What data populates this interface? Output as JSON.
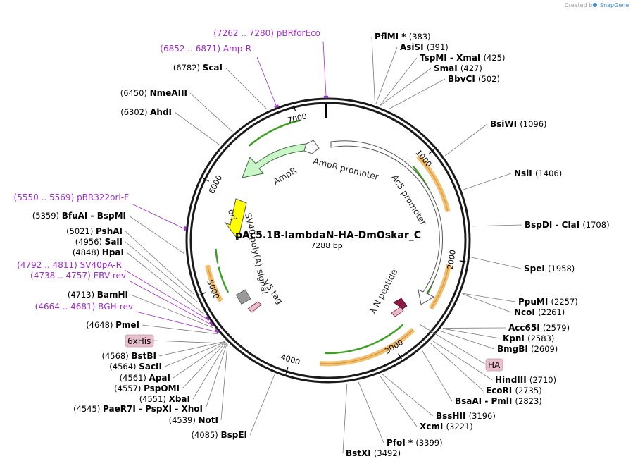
{
  "brand": {
    "created_by": "Created by",
    "app": "SnapGene"
  },
  "map": {
    "name": "pAc5.1B-lambdaN-HA-DmOskar_C",
    "length": "7288 bp",
    "total": 7288
  },
  "ticks": [
    {
      "label": "1000",
      "pos": 1000
    },
    {
      "label": "2000",
      "pos": 2000
    },
    {
      "label": "3000",
      "pos": 3000
    },
    {
      "label": "4000",
      "pos": 4000
    },
    {
      "label": "5000",
      "pos": 5000
    },
    {
      "label": "6000",
      "pos": 6000
    },
    {
      "label": "7000",
      "pos": 7000
    }
  ],
  "primers": [
    {
      "range": "(7262 .. 7280)",
      "name": "pBRforEco",
      "pos": 7271
    },
    {
      "range": "(6852 .. 6871)",
      "name": "Amp-R",
      "pos": 6861
    },
    {
      "range": "(5550 .. 5569)",
      "name": "pBR322ori-F",
      "pos": 5560
    },
    {
      "range": "(4792 .. 4811)",
      "name": "SV40pA-R",
      "pos": 4800
    },
    {
      "range": "(4738 .. 4757)",
      "name": "EBV-rev",
      "pos": 4748
    },
    {
      "range": "(4664 .. 4681)",
      "name": "BGH-rev",
      "pos": 4672
    }
  ],
  "sites_right": [
    {
      "name": "PflMI *",
      "pos": "(383)",
      "p": 383
    },
    {
      "name": "AsiSI",
      "pos": "(391)",
      "p": 391
    },
    {
      "name": "TspMI  -  XmaI",
      "pos": "(425)",
      "p": 425
    },
    {
      "name": "SmaI",
      "pos": "(427)",
      "p": 427
    },
    {
      "name": "BbvCI",
      "pos": "(502)",
      "p": 502
    },
    {
      "name": "BsiWI",
      "pos": "(1096)",
      "p": 1096
    },
    {
      "name": "NsiI",
      "pos": "(1406)",
      "p": 1406
    },
    {
      "name": "BspDI  -  ClaI",
      "pos": "(1708)",
      "p": 1708
    },
    {
      "name": "SpeI",
      "pos": "(1958)",
      "p": 1958
    },
    {
      "name": "PpuMI",
      "pos": "(2257)",
      "p": 2257
    },
    {
      "name": "NcoI",
      "pos": "(2261)",
      "p": 2261
    },
    {
      "name": "Acc65I",
      "pos": "(2579)",
      "p": 2579
    },
    {
      "name": "KpnI",
      "pos": "(2583)",
      "p": 2583
    },
    {
      "name": "BmgBI",
      "pos": "(2609)",
      "p": 2609
    },
    {
      "name": "HindIII",
      "pos": "(2710)",
      "p": 2710
    },
    {
      "name": "EcoRI",
      "pos": "(2735)",
      "p": 2735
    },
    {
      "name": "BsaAI  -  PmlI",
      "pos": "(2823)",
      "p": 2823
    },
    {
      "name": "BssHII",
      "pos": "(3196)",
      "p": 3196
    },
    {
      "name": "XcmI",
      "pos": "(3221)",
      "p": 3221
    },
    {
      "name": "PfoI *",
      "pos": "(3399)",
      "p": 3399
    },
    {
      "name": "BstXI",
      "pos": "(3492)",
      "p": 3492
    }
  ],
  "sites_left": [
    {
      "name": "ScaI",
      "pos": "(6782)",
      "p": 6782
    },
    {
      "name": "NmeAIII",
      "pos": "(6450)",
      "p": 6450
    },
    {
      "name": "AhdI",
      "pos": "(6302)",
      "p": 6302
    },
    {
      "name": "BfuAI  -  BspMI",
      "pos": "(5359)",
      "p": 5359
    },
    {
      "name": "PshAI",
      "pos": "(5021)",
      "p": 5021
    },
    {
      "name": "SalI",
      "pos": "(4956)",
      "p": 4956
    },
    {
      "name": "HpaI",
      "pos": "(4848)",
      "p": 4848
    },
    {
      "name": "BamHI",
      "pos": "(4713)",
      "p": 4713
    },
    {
      "name": "PmeI",
      "pos": "(4648)",
      "p": 4648
    },
    {
      "name": "BstBI",
      "pos": "(4568)",
      "p": 4568
    },
    {
      "name": "SacII",
      "pos": "(4564)",
      "p": 4564
    },
    {
      "name": "ApaI",
      "pos": "(4561)",
      "p": 4561
    },
    {
      "name": "PspOMI",
      "pos": "(4557)",
      "p": 4557
    },
    {
      "name": "XbaI",
      "pos": "(4551)",
      "p": 4551
    },
    {
      "name": "PaeR7I  -  PspXI  -  XhoI",
      "pos": "(4545)",
      "p": 4545
    },
    {
      "name": "NotI",
      "pos": "(4539)",
      "p": 4539
    },
    {
      "name": "BspEI",
      "pos": "(4085)",
      "p": 4085
    }
  ],
  "tags": {
    "his": "6xHis",
    "ha": "HA"
  },
  "features": {
    "ampr": "AmpR",
    "ampr_promoter": "AmpR promoter",
    "ac5_promoter": "Ac5 promoter",
    "ori": "ori",
    "sv40": "SV40 poly(A) signal",
    "v5": "V5 tag",
    "lambda": "λ N peptide"
  },
  "colors": {
    "backbone": "#1a1a1a",
    "ampr": "#c9f5c9",
    "ori": "#ffff00",
    "orf": "#f3c070",
    "orf_inner": "#3f9e24",
    "primer": "#9c30c9",
    "tag": "#e8bfcc",
    "lambda": "#8a1a45",
    "v5": "#999999"
  }
}
